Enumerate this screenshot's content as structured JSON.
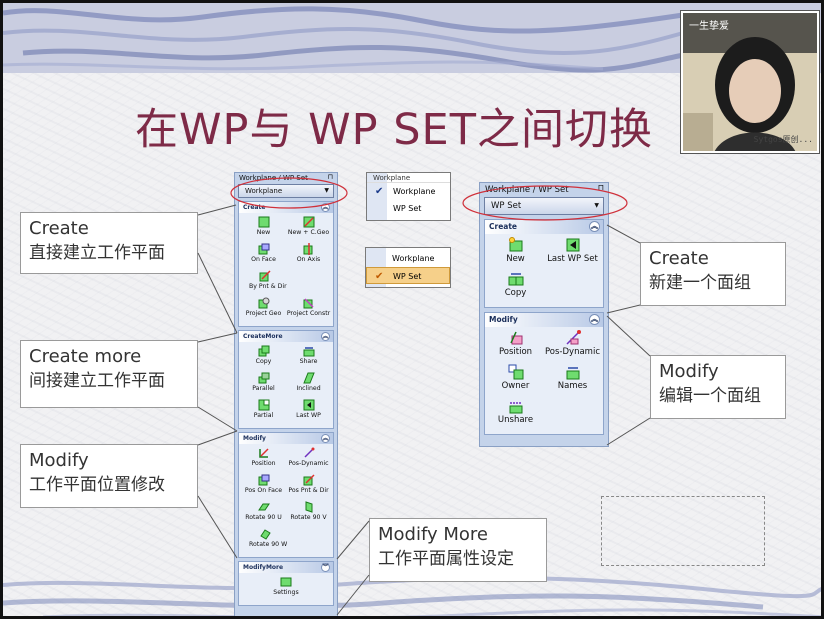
{
  "slide": {
    "title": "在WP与 WP SET之间切换",
    "photo": {
      "caption": "一生挚爱",
      "watermark": "Sytgos原创..."
    }
  },
  "callouts": {
    "create_left": {
      "en": "Create",
      "zh": "直接建立工作平面"
    },
    "create_more": {
      "en": "Create more",
      "zh": "间接建立工作平面"
    },
    "modify_left": {
      "en": "Modify",
      "zh": "工作平面位置修改"
    },
    "modify_more": {
      "en": "Modify More",
      "zh": "工作平面属性设定"
    },
    "create_right": {
      "en": "Create",
      "zh": "新建一个面组"
    },
    "modify_right": {
      "en": "Modify",
      "zh": "编辑一个面组"
    }
  },
  "left_panel": {
    "title": "Workplane / WP Set",
    "combo_value": "Workplane",
    "sections": {
      "create": {
        "header": "Create",
        "buttons": [
          "New",
          "New + C.Geo",
          "On Face",
          "On Axis",
          "By Pnt & Dir",
          "Project Geo",
          "Project Constr"
        ]
      },
      "create_more": {
        "header": "CreateMore",
        "buttons": [
          "Copy",
          "Share",
          "Parallel",
          "Inclined",
          "Partial",
          "Last WP"
        ]
      },
      "modify": {
        "header": "Modify",
        "buttons": [
          "Position",
          "Pos-Dynamic",
          "Pos On Face",
          "Pos Pnt & Dir",
          "Rotate 90 U",
          "Rotate 90 V",
          "Rotate 90 W"
        ]
      },
      "modify_more": {
        "header": "ModifyMore",
        "buttons": [
          "Settings"
        ]
      }
    }
  },
  "dropdown_top": {
    "header": "Workplane",
    "items": [
      "Workplane",
      "WP Set"
    ],
    "checked": "Workplane"
  },
  "dropdown_bottom": {
    "items": [
      "Workplane",
      "WP Set"
    ],
    "selected": "WP Set"
  },
  "right_panel": {
    "title": "Workplane / WP Set",
    "combo_value": "WP Set",
    "sections": {
      "create": {
        "header": "Create",
        "buttons": [
          "New",
          "Last WP Set",
          "Copy"
        ]
      },
      "modify": {
        "header": "Modify",
        "buttons": [
          "Position",
          "Pos-Dynamic",
          "Owner",
          "Names",
          "Unshare"
        ]
      }
    }
  },
  "colors": {
    "title": "#7e2a47",
    "panel_bg": "#c4d3ea",
    "highlight_ellipse": "#d0303a",
    "dropdown_selected": "#f6d08a"
  },
  "icons": {
    "button_icon": "workplane-icon",
    "chevron_up": "chevron-up-icon",
    "chevron_down": "chevron-down-icon",
    "pin": "pin-icon",
    "check": "check-icon"
  }
}
